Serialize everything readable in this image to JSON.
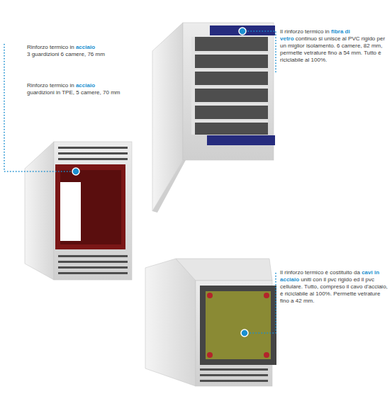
{
  "diagram": {
    "labels": [
      "Rinforzo termico in",
      "acciaio",
      "3 guardizioni 6 camere, 76 mm",
      "Rinforzo termico in",
      "acciaio",
      "guardizioni in TPE, 5 camere, 70 mm",
      "Il rinforzo termico in",
      "fibra di vetro",
      "continuo si unisce al PVC rigido per un miglior isolamento. 6 camere, 82 mm, permette vetrature fino a 54 mm. Tutto è riciclabile al 100%.",
      "Il rinforzo termico è costituito da",
      "cavi in acciaio",
      "uniti con il pvc rigido ed il pvc cellulare. Tutto, compreso il cavo d'acciaio, è riciclabile al 100%. Permette vetrature fino a 42 mm."
    ]
  }
}
